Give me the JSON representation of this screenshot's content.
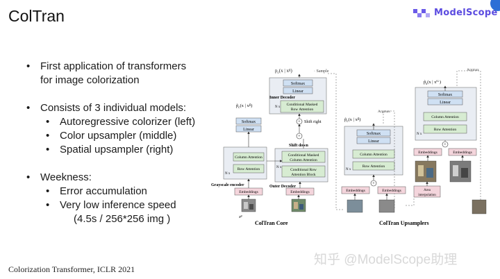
{
  "title": "ColTran",
  "brand": {
    "name": "ModelScope",
    "logo_icon": "modelscope-logo-icon"
  },
  "bullets": [
    {
      "text": "First application of transformers",
      "cont": "for image colorization",
      "sub": []
    },
    {
      "text": "Consists of 3 individual models:",
      "sub": [
        "Autoregressive colorizer (left)",
        "Color upsampler (middle)",
        "Spatial upsampler (right)"
      ]
    },
    {
      "text": "Weekness:",
      "sub": [
        "Error accumulation",
        "Very low inference speed"
      ],
      "sub_cont": "(4.5s / 256*256 img )"
    }
  ],
  "citation": "Colorization Transformer, ICLR 2021",
  "watermark": "知乎 @ModelScope助理",
  "diagram": {
    "colors": {
      "green": "#d7ecd2",
      "blue": "#cfe0f3",
      "pink": "#f4d5dc",
      "group": "#e9edf3"
    },
    "core": {
      "caption": "ColTran Core",
      "sample_label": "· Sample",
      "inner_decoder": "Inner Decoder",
      "outer_decoder": "Outer Decoder",
      "grayscale_encoder": "Grayscale encoder",
      "shift_right": "Shift right",
      "shift_down": "Shift down",
      "softmax": "Softmax",
      "linear": "Linear",
      "cond_masked_row": [
        "Conditional Masked",
        "Row Attention"
      ],
      "cond_masked_col": [
        "Conditional Masked",
        "Column Attention"
      ],
      "cond_row": [
        "Conditional Row",
        "Attention Block"
      ],
      "col_attn": "Column Attention",
      "row_attn": "Row Attention",
      "embeddings": "Embeddings",
      "nx": "N x"
    },
    "upsamplers": {
      "caption": "ColTran Upsamplers",
      "argmax": "Argmax",
      "softmax": "Softmax",
      "linear": "Linear",
      "col_attn": "Column Attention",
      "row_attn": "Row Attention",
      "embeddings": "Embeddings",
      "area_interp": [
        "Area",
        "interpolation"
      ],
      "nx": "N x"
    }
  }
}
